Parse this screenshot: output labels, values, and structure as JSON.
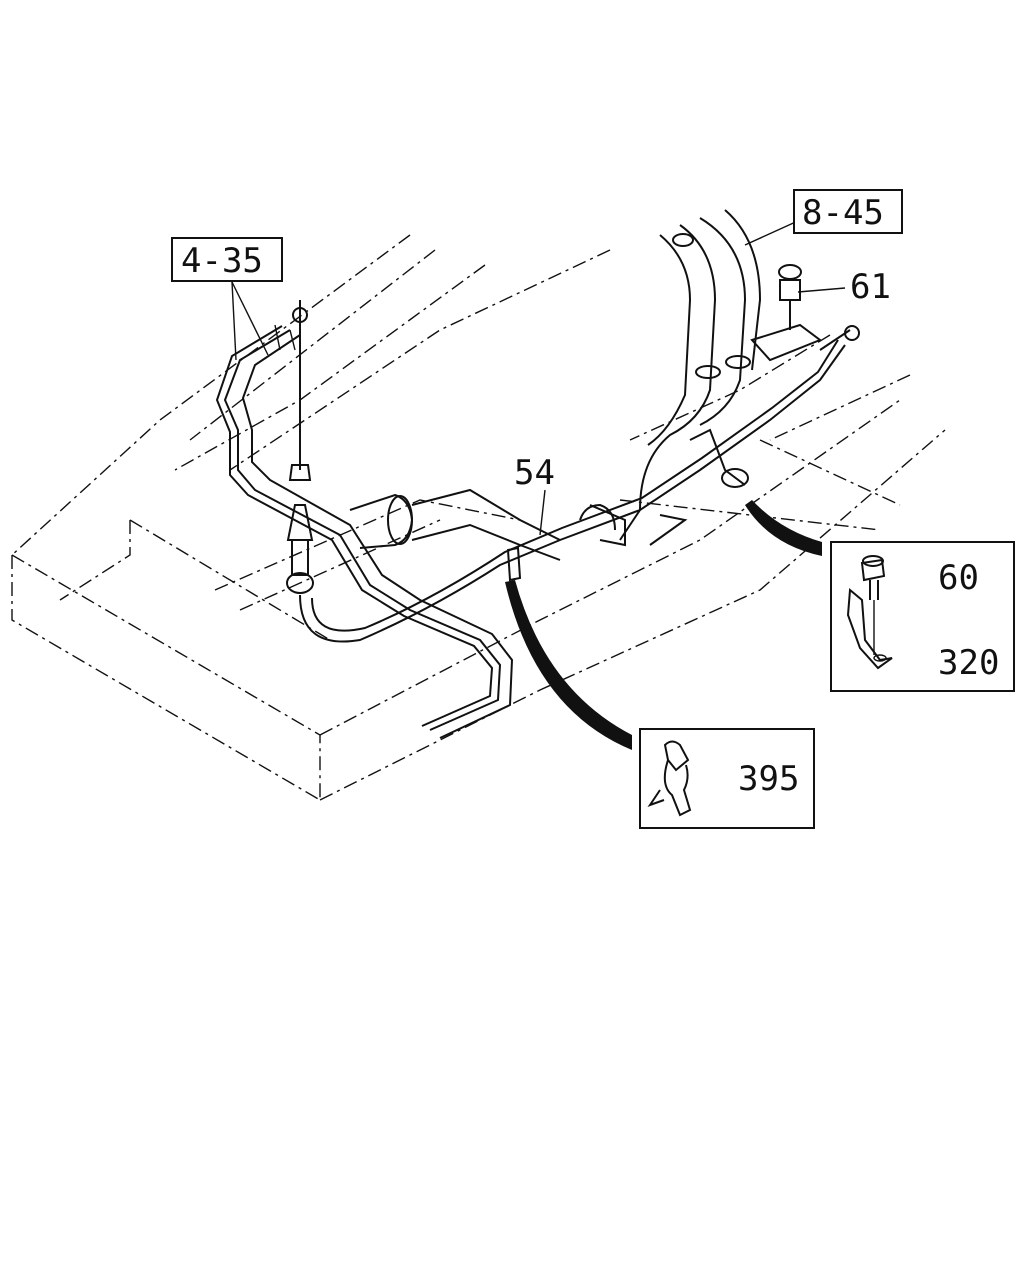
{
  "callouts": {
    "ref_4_35": "4-35",
    "ref_8_45": "8-45",
    "part_61": "61",
    "part_54": "54",
    "part_60": "60",
    "part_320": "320",
    "part_395": "395"
  },
  "colors": {
    "ink": "#111111",
    "paper": "#ffffff"
  }
}
